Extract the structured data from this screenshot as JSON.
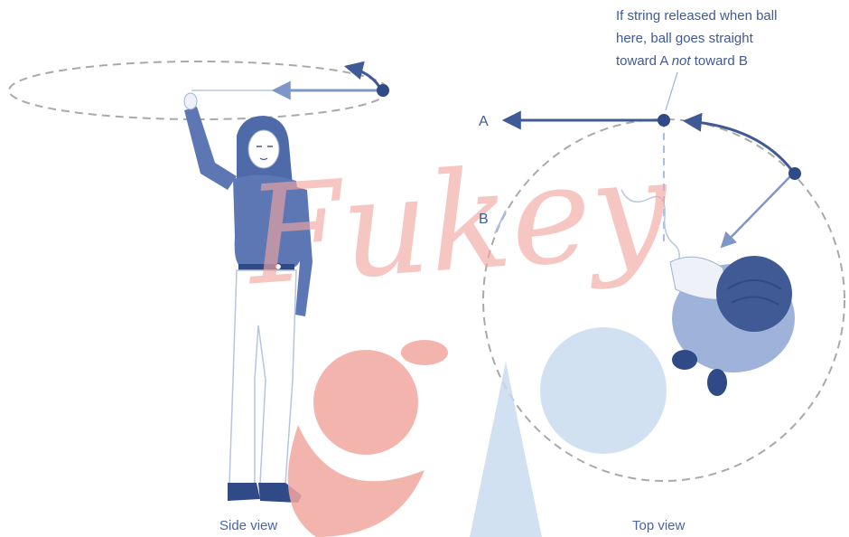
{
  "diagram": {
    "annotation": {
      "line1": "If string released when ball",
      "line2": "here, ball goes straight",
      "line3_pre": "toward A ",
      "line3_em": "not",
      "line3_post": " toward B"
    },
    "label_a": "A",
    "label_b": "B",
    "caption_left": "Side view",
    "caption_right": "Top view",
    "watermark_text": "Fukey"
  },
  "colors": {
    "figure_blue": "#3f5a95",
    "light_blue": "#8ea6d4",
    "dashed_gray": "#a9a9a9",
    "watermark_red": "#f2a7a0",
    "watermark_blue": "#c9dcef"
  }
}
